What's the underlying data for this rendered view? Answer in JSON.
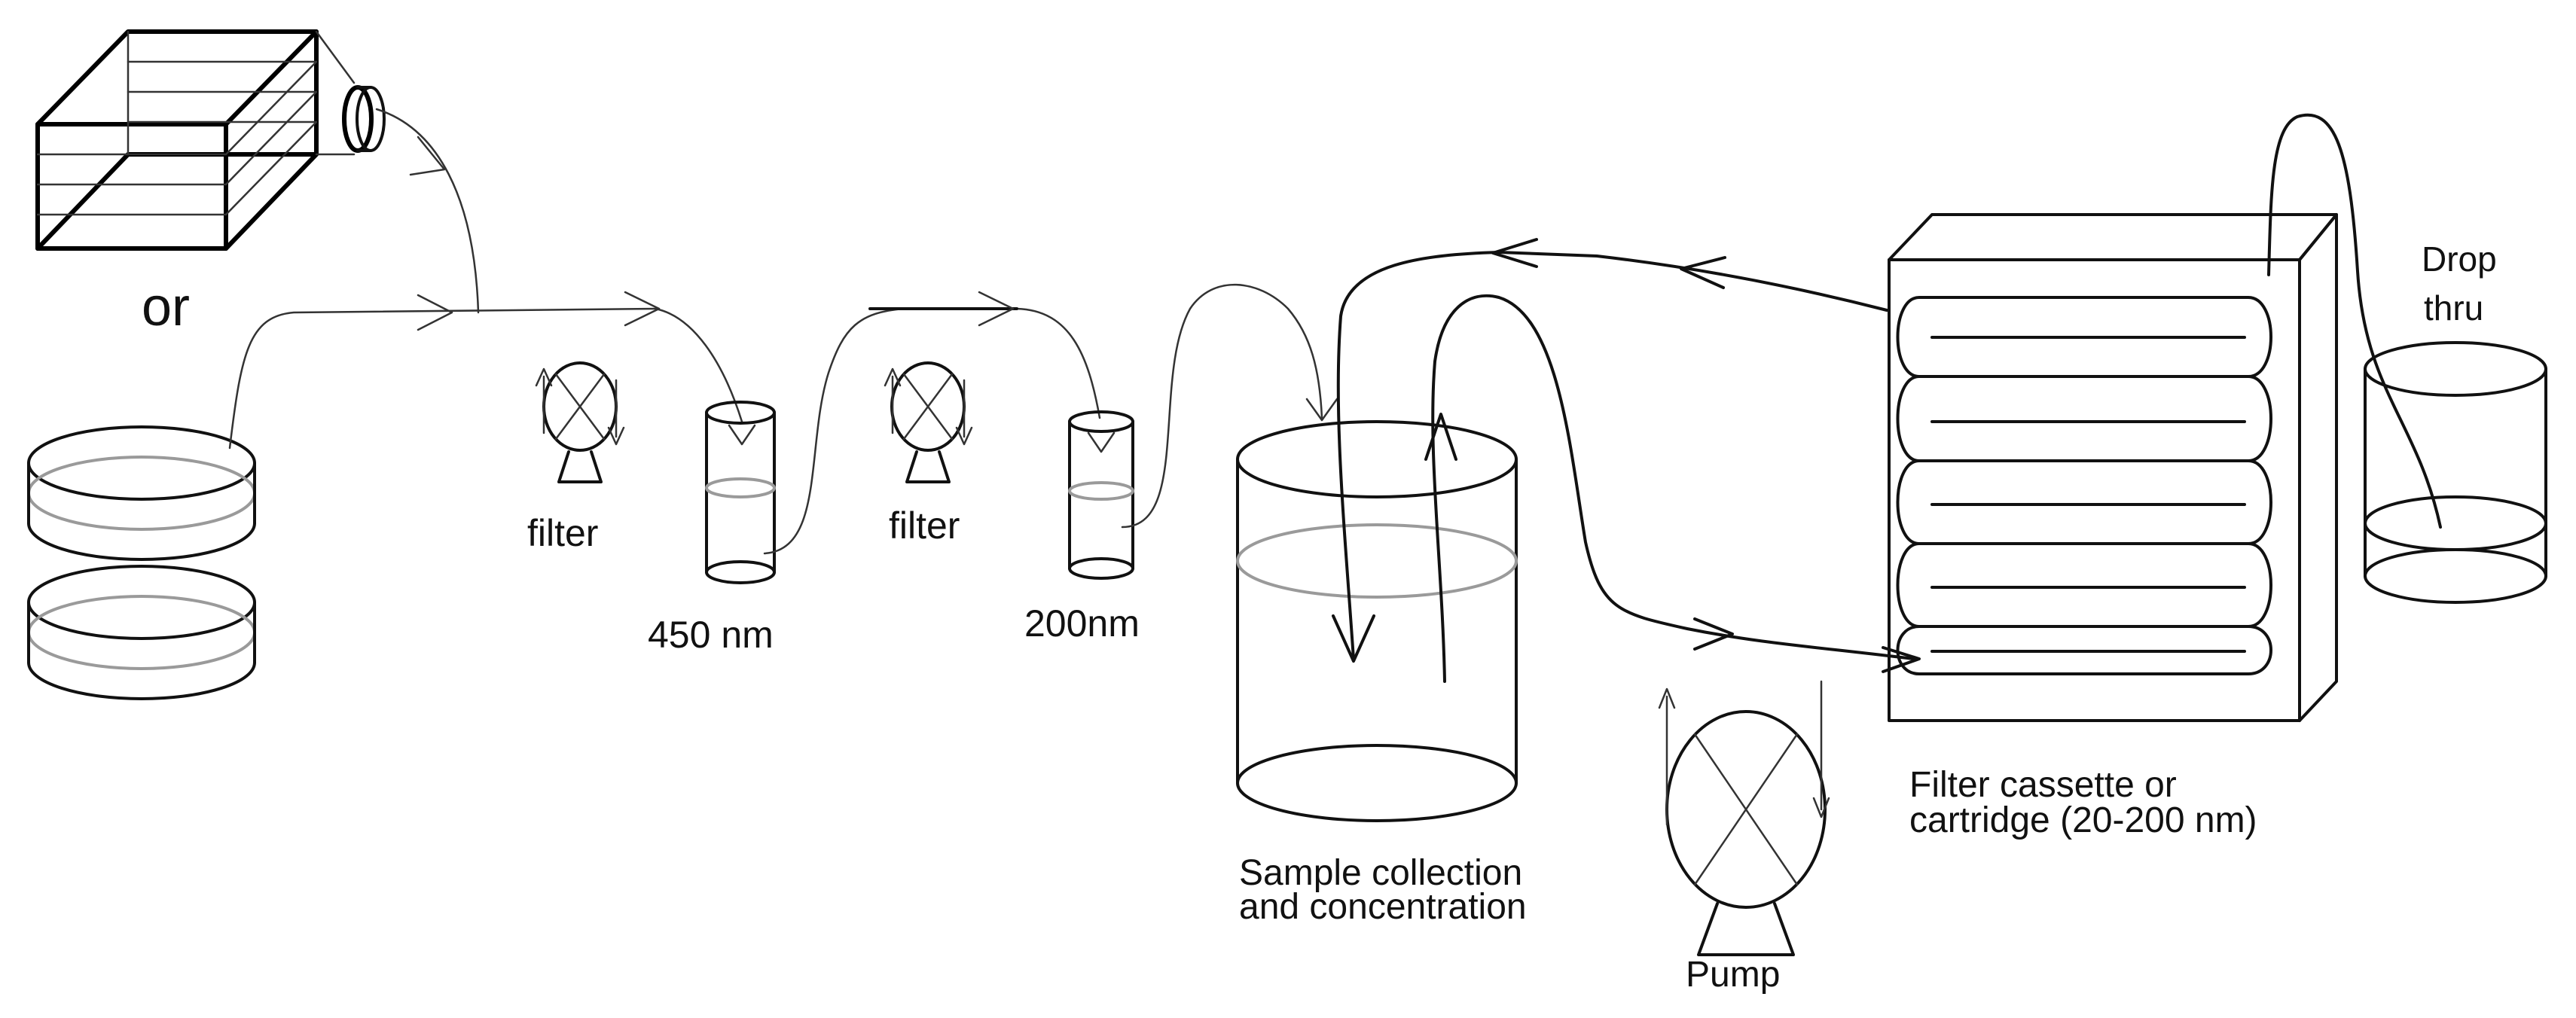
{
  "labels": {
    "or": "or",
    "filter_1": "filter",
    "filter_2": "filter",
    "pore_450": "450 nm",
    "pore_200": "200nm",
    "sample_line1": "Sample collection",
    "sample_line2": "and concentration",
    "pump": "Pump",
    "cassette_line1": "Filter cassette or",
    "cassette_line2": "cartridge (20-200 nm)",
    "drop_line1": "Drop",
    "drop_line2": "thru"
  }
}
